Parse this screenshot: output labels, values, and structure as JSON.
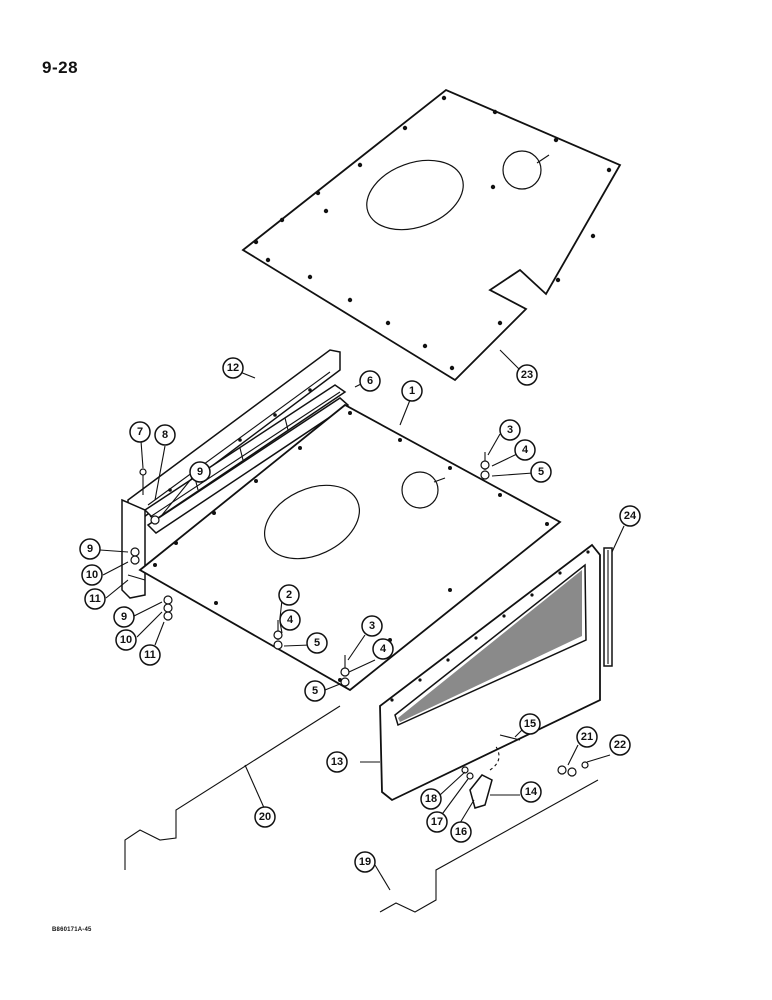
{
  "page_number": "9-28",
  "reference_code": "B860171A-45",
  "callouts": [
    {
      "id": "c23",
      "label": "23"
    },
    {
      "id": "c12",
      "label": "12"
    },
    {
      "id": "c6",
      "label": "6"
    },
    {
      "id": "c1",
      "label": "1"
    },
    {
      "id": "c7",
      "label": "7"
    },
    {
      "id": "c8",
      "label": "8"
    },
    {
      "id": "c9a",
      "label": "9"
    },
    {
      "id": "c3a",
      "label": "3"
    },
    {
      "id": "c4a",
      "label": "4"
    },
    {
      "id": "c5a",
      "label": "5"
    },
    {
      "id": "c24",
      "label": "24"
    },
    {
      "id": "c9b",
      "label": "9"
    },
    {
      "id": "c10a",
      "label": "10"
    },
    {
      "id": "c11a",
      "label": "11"
    },
    {
      "id": "c9c",
      "label": "9"
    },
    {
      "id": "c10b",
      "label": "10"
    },
    {
      "id": "c11b",
      "label": "11"
    },
    {
      "id": "c2",
      "label": "2"
    },
    {
      "id": "c4b",
      "label": "4"
    },
    {
      "id": "c5b",
      "label": "5"
    },
    {
      "id": "c3b",
      "label": "3"
    },
    {
      "id": "c4c",
      "label": "4"
    },
    {
      "id": "c5c",
      "label": "5"
    },
    {
      "id": "c15",
      "label": "15"
    },
    {
      "id": "c21",
      "label": "21"
    },
    {
      "id": "c22",
      "label": "22"
    },
    {
      "id": "c13",
      "label": "13"
    },
    {
      "id": "c20",
      "label": "20"
    },
    {
      "id": "c14",
      "label": "14"
    },
    {
      "id": "c18",
      "label": "18"
    },
    {
      "id": "c17",
      "label": "17"
    },
    {
      "id": "c16",
      "label": "16"
    },
    {
      "id": "c19",
      "label": "19"
    }
  ]
}
